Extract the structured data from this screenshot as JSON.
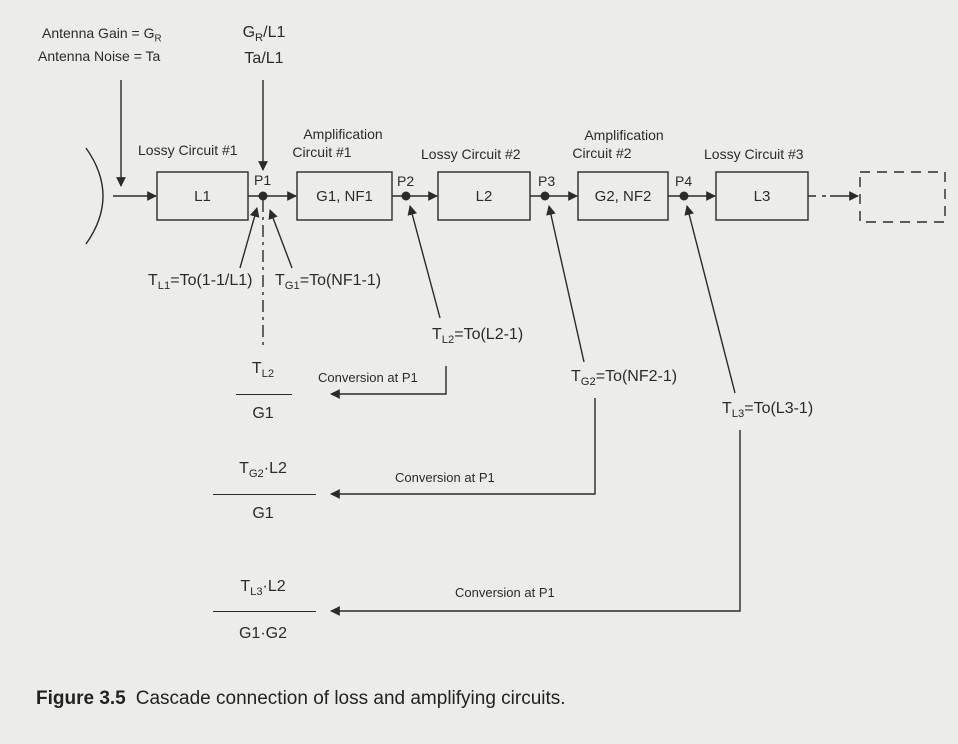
{
  "antenna": {
    "gain_prefix": "Antenna Gain = G",
    "gain_sub": "R",
    "noise": "Antenna Noise = Ta"
  },
  "top_ratio": {
    "line1_prefix": "G",
    "line1_sub": "R",
    "line1_suffix": "/L1",
    "line2": "Ta/L1"
  },
  "blocks": [
    {
      "title": "Lossy Circuit #1",
      "box": "L1"
    },
    {
      "title_line1": "Amplification",
      "title_line2": "Circuit #1",
      "box": "G1, NF1"
    },
    {
      "title": "Lossy Circuit #2",
      "box": "L2"
    },
    {
      "title_line1": "Amplification",
      "title_line2": "Circuit #2",
      "box": "G2, NF2"
    },
    {
      "title": "Lossy Circuit #3",
      "box": "L3"
    }
  ],
  "points": [
    "P1",
    "P2",
    "P3",
    "P4"
  ],
  "temps": {
    "tl1": {
      "base": "T",
      "sub": "L1",
      "rest": "=To(1-1/L1)"
    },
    "tg1": {
      "base": "T",
      "sub": "G1",
      "rest": "=To(NF1-1)"
    },
    "tl2": {
      "base": "T",
      "sub": "L2",
      "rest": "=To(L2-1)"
    },
    "tg2": {
      "base": "T",
      "sub": "G2",
      "rest": "=To(NF2-1)"
    },
    "tl3": {
      "base": "T",
      "sub": "L3",
      "rest": "=To(L3-1)"
    }
  },
  "conversion_label": "Conversion at P1",
  "fractions": [
    {
      "num_base": "T",
      "num_sub": "L2",
      "num_rest": "",
      "den": "G1"
    },
    {
      "num_base": "T",
      "num_sub": "G2",
      "num_rest": "·L2",
      "den": "G1"
    },
    {
      "num_base": "T",
      "num_sub": "L3",
      "num_rest": "·L2",
      "den": "G1·G2"
    }
  ],
  "caption": {
    "number": "Figure 3.5",
    "text": "Cascade connection of loss and amplifying circuits."
  },
  "colors": {
    "ink": "#2b2b2b",
    "paper": "#ecece9"
  }
}
